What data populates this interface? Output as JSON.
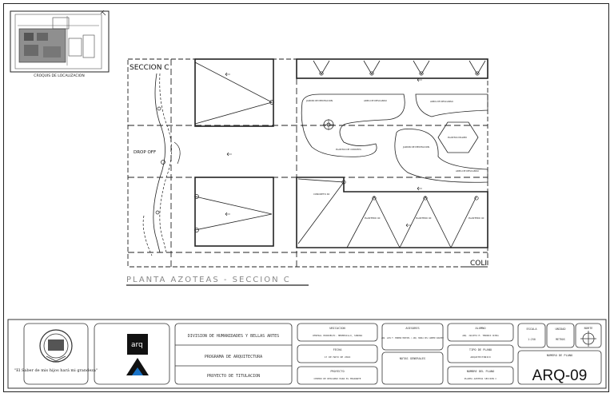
{
  "location_map": {
    "caption": "CROQUIS DE LOCALIZACION"
  },
  "plan": {
    "section_label_top": "SECCION  C",
    "section_label_bottom": "COLI",
    "drop_off_label": "DROP OFF",
    "title": "PLANTA AZOTEAS  -  SECCION C",
    "room_labels": [
      "JARDIN DE MEDITACION",
      "AREA DE DESCANSO",
      "AREA DE DESCANSO",
      "PLANTAS MALIBU",
      "JARDIN DE MEDITACION",
      "PLANTAS DE CONCEPC.",
      "AREA DE DESCANSO",
      "PLANTERO 40",
      "PLANTERO 40",
      "PLANTERO 40",
      "CONCRETO 40"
    ]
  },
  "title_block": {
    "university_motto": "\"El Saber de mis hijos hará mi grandeza\"",
    "logo_text": "arq",
    "division": "DIVISION DE HUMANIDADES Y BELLAS ARTES",
    "program": "PROGRAMA DE ARQUITECTURA",
    "project": "PROYECTO DE TITULACION",
    "ubicacion_header": "UBICACION",
    "ubicacion_value": "CENTRAL HIDROELEC. HERMOSILLO, SONORA",
    "fecha_header": "FECHA",
    "fecha_value": "17 DE MAYO DE 2022",
    "proyecto_header": "PROYECTO",
    "proyecto_value": "CENTRO DE DESCANSO PARA EL MIGRANTE",
    "asesores_header": "ASESORES",
    "asesores_value": "ARQ. LUIS F. MORENO MONTIEL / ARQ. MARIA DEL CARMEN SANCHEZ",
    "notas_header": "NOTAS GENERALES",
    "alumno_header": "ALUMNO",
    "alumno_value": "ARQ. JULIETA M. TENORIO OCHOA",
    "tipo_plano_header": "TIPO DE PLANO",
    "tipo_plano_value": "ARQUITECTONICO",
    "nombre_plano_header": "NOMBRE DEL PLANO",
    "nombre_plano_value": "PLANTA AZOTEAS SECCION C",
    "escala_header": "ESCALA",
    "escala_value": "1:250",
    "unidad_header": "UNIDAD",
    "unidad_value": "METROS",
    "norte_header": "NORTE",
    "numero_plano_header": "NUMERO DE PLANO",
    "numero_plano": "ARQ-09"
  }
}
